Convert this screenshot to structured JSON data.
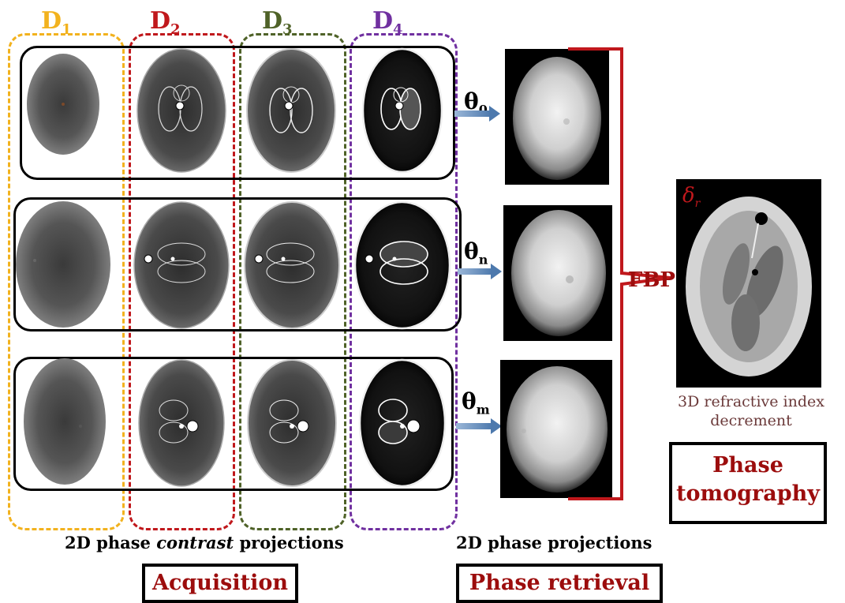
{
  "detectors": [
    {
      "label": "D",
      "sub": "1",
      "color": "#f2b21e"
    },
    {
      "label": "D",
      "sub": "2",
      "color": "#c0181c"
    },
    {
      "label": "D",
      "sub": "3",
      "color": "#4f6228"
    },
    {
      "label": "D",
      "sub": "4",
      "color": "#7030a0"
    }
  ],
  "angles": [
    {
      "symbol": "θ",
      "sub": "0"
    },
    {
      "symbol": "θ",
      "sub": "n"
    },
    {
      "symbol": "θ",
      "sub": "m"
    }
  ],
  "fbp_label": "FBP",
  "delta_label": "δ",
  "delta_sub": "r",
  "result_caption_line1": "3D refractive index",
  "result_caption_line2": "decrement",
  "phase_tomography_line1": "Phase",
  "phase_tomography_line2": "tomography",
  "caption_left_pre": "2D phase ",
  "caption_left_italic": "contrast",
  "caption_left_post": " projections",
  "caption_right": "2D phase projections",
  "acquisition_label": "Acquisition",
  "phase_retrieval_label": "Phase retrieval",
  "colors": {
    "accent_red": "#9c0d0d",
    "bracket_red": "#c0181c",
    "arrow_blue": "#5b86b8"
  }
}
